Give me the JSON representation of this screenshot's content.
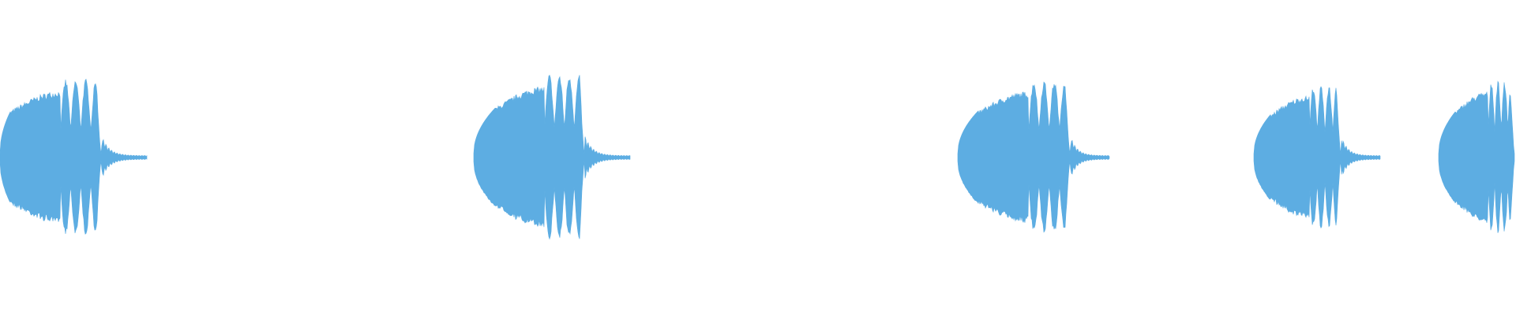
{
  "waveform": {
    "color": "#5dade2",
    "background": "#ffffff",
    "clip_count": 5,
    "peak_amplitude_levels": [
      0.8,
      0.85,
      0.79,
      0.74,
      0.79
    ]
  }
}
